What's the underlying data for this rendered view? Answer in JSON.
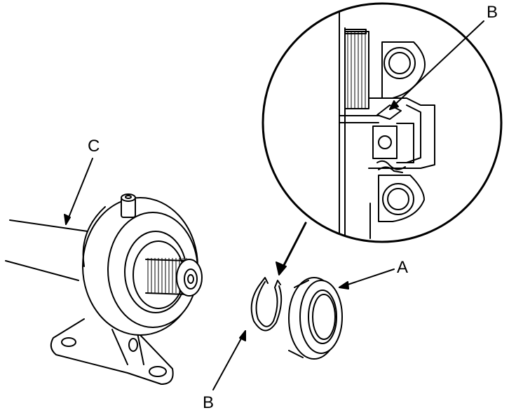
{
  "labels": {
    "a": "A",
    "b_detail": "B",
    "b_clip": "B",
    "c": "C"
  },
  "colors": {
    "line": "#000000",
    "background": "#ffffff"
  }
}
